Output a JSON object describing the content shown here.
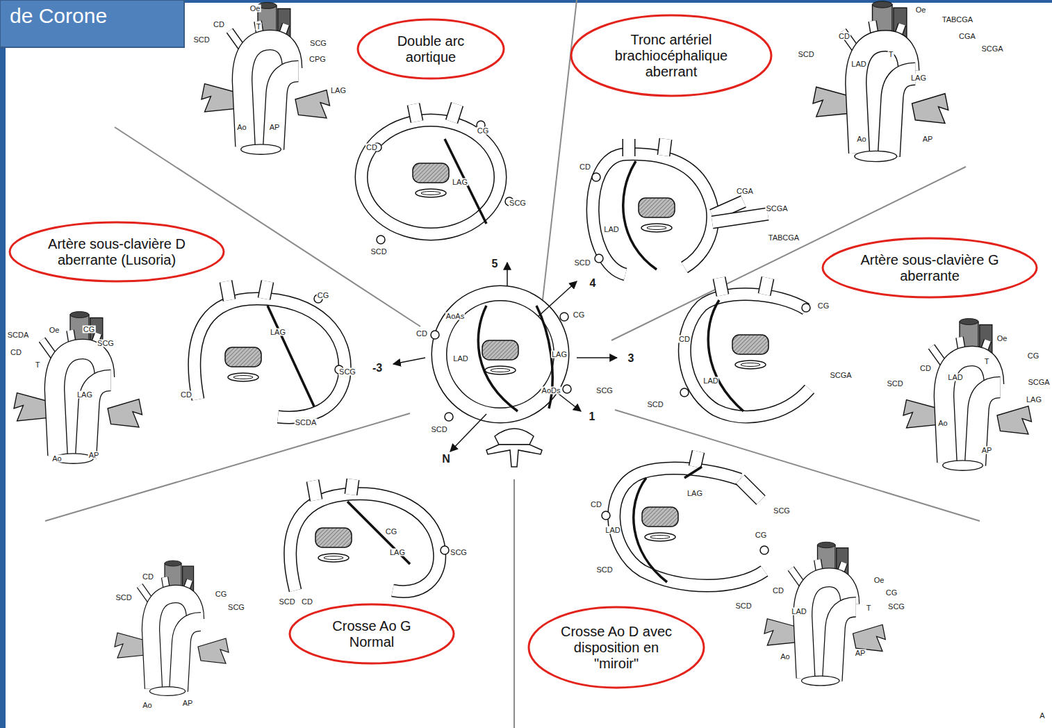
{
  "diagram": {
    "nodes": [
      {
        "text": [
          "de Corone"
        ]
      },
      {
        "text": [
          "Double arc aortique"
        ]
      },
      {
        "text": [
          "Tronc artériel brachiocéphalique aberrant"
        ]
      },
      {
        "text": [
          "Artère sous-clavière D aberrante (Lusoria)"
        ]
      },
      {
        "text": [
          "Artère sous-clavière G aberrante"
        ]
      },
      {
        "text": [
          "Crosse Ao G Normal"
        ]
      },
      {
        "text": [
          "Crosse Ao D avec disposition en \"miroir\""
        ]
      }
    ],
    "labels": [
      "Oe",
      "T",
      "CD",
      "SCD",
      "SCG",
      "CPG",
      "LAG",
      "Ao",
      "AP",
      "CG",
      "CD",
      "LAG",
      "SCG",
      "SCD",
      "Oe",
      "TABCGA",
      "CGA",
      "SCGA",
      "CD",
      "SCD",
      "T",
      "LAD",
      "LAG",
      "Ao",
      "AP",
      "CD",
      "LAD",
      "CGA",
      "SCGA",
      "TABCGA",
      "SCD",
      "SCDA",
      "Oe",
      "CG",
      "SCG",
      "CD",
      "T",
      "LAG",
      "Ao",
      "AP",
      "CG",
      "LAG",
      "CD",
      "SCG",
      "SCDA",
      "AoAs",
      "CD",
      "CG",
      "LAD",
      "LAG",
      "SCG",
      "SCD",
      "AoDs",
      "5",
      "4",
      "3",
      "-3",
      "1",
      "N",
      "CG",
      "CD",
      "LAD",
      "SCGA",
      "SCD",
      "Oe",
      "CD",
      "T",
      "CG",
      "SCD",
      "LAD",
      "SCGA",
      "LAG",
      "Ao",
      "AP",
      "CG",
      "LAG",
      "SCG",
      "SCD",
      "CD",
      "CD",
      "CG",
      "SCD",
      "SCG",
      "Ao",
      "AP",
      "LAG",
      "CD",
      "SCG",
      "LAD",
      "CG",
      "SCD",
      "Oe",
      "CD",
      "CG",
      "SCD",
      "T",
      "SCG",
      "LAD",
      "Ao",
      "AP",
      "A"
    ]
  }
}
